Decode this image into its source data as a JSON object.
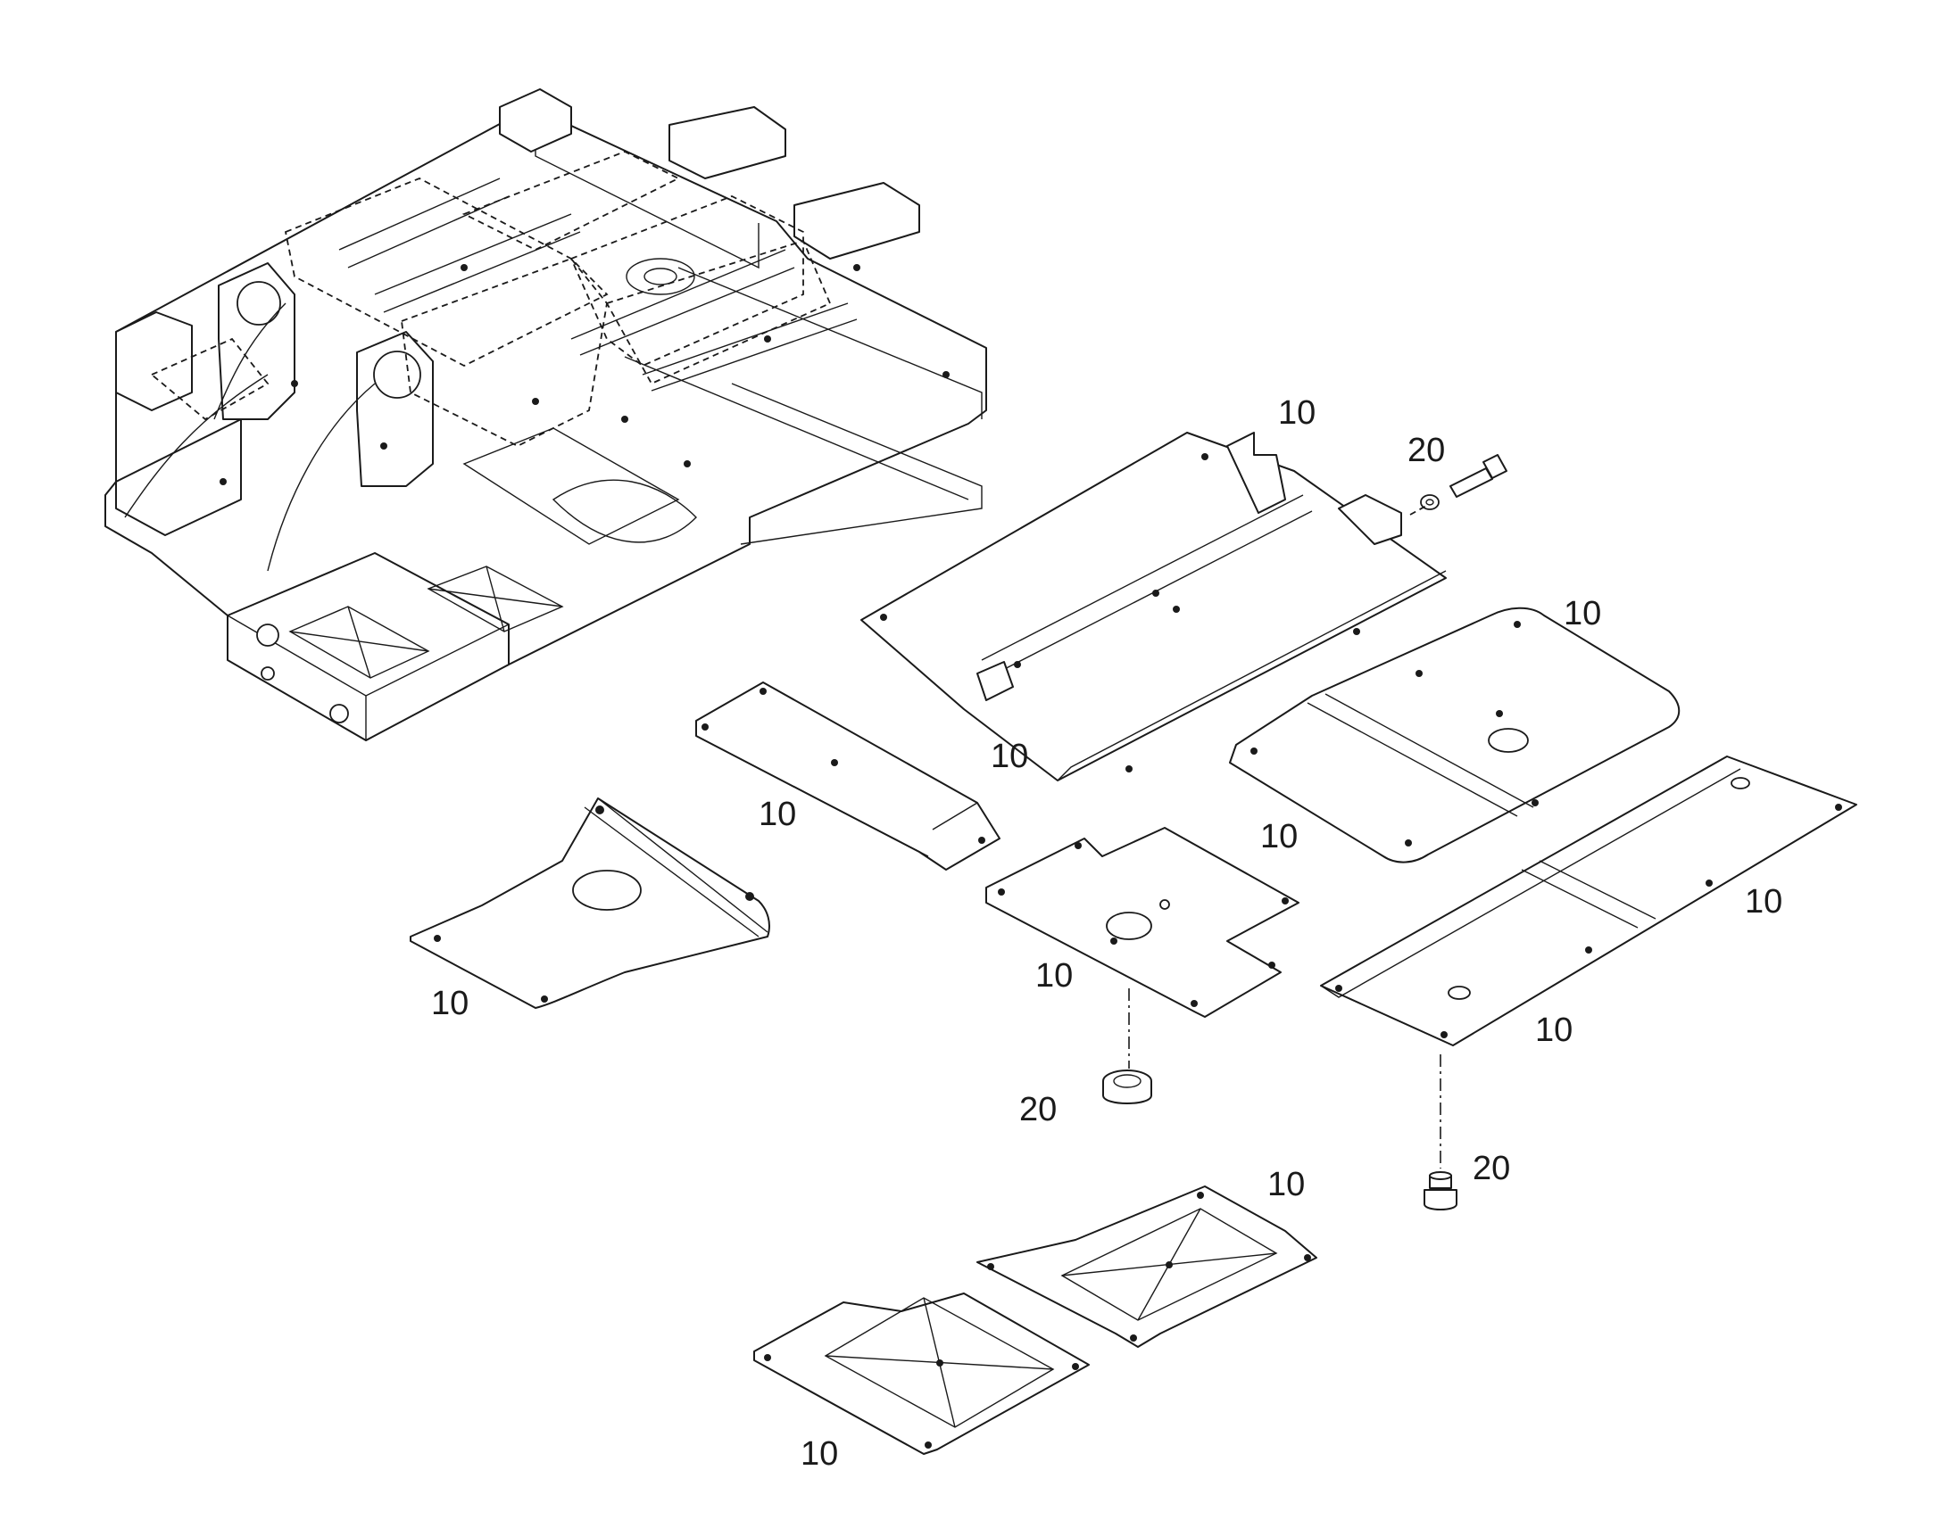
{
  "diagram": {
    "callouts": [
      {
        "id": "c1",
        "label": "10"
      },
      {
        "id": "c2",
        "label": "20"
      },
      {
        "id": "c3",
        "label": "10"
      },
      {
        "id": "c4",
        "label": "10"
      },
      {
        "id": "c5",
        "label": "10"
      },
      {
        "id": "c6",
        "label": "10"
      },
      {
        "id": "c7",
        "label": "10"
      },
      {
        "id": "c8",
        "label": "10"
      },
      {
        "id": "c9",
        "label": "10"
      },
      {
        "id": "c10",
        "label": "10"
      },
      {
        "id": "c11",
        "label": "20"
      },
      {
        "id": "c12",
        "label": "20"
      },
      {
        "id": "c13",
        "label": "10"
      },
      {
        "id": "c14",
        "label": "10"
      }
    ]
  }
}
